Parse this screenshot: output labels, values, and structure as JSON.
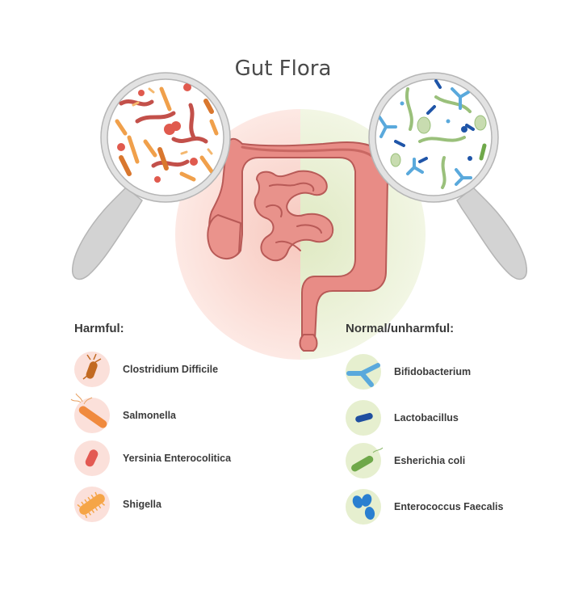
{
  "title": "Gut Flora",
  "harmful": {
    "heading": "Harmful:",
    "items": [
      {
        "label": "Clostridium Difficile",
        "icon": "clostridium-difficile-icon"
      },
      {
        "label": "Salmonella",
        "icon": "salmonella-icon"
      },
      {
        "label": "Yersinia Enterocolitica",
        "icon": "yersinia-icon"
      },
      {
        "label": "Shigella",
        "icon": "shigella-icon"
      }
    ]
  },
  "normal": {
    "heading": "Normal/unharmful:",
    "items": [
      {
        "label": "Bifidobacterium",
        "icon": "bifidobacterium-icon"
      },
      {
        "label": "Lactobacillus",
        "icon": "lactobacillus-icon"
      },
      {
        "label": "Esherichia coli",
        "icon": "escherichia-coli-icon"
      },
      {
        "label": "Enterococcus Faecalis",
        "icon": "enterococcus-faecalis-icon"
      }
    ]
  },
  "colors": {
    "harmful_bg": "#f9dcd5",
    "normal_bg": "#e6efcf",
    "intestine": "#e07f7a",
    "intestine_dark": "#b85a57",
    "magnifier_rim": "#d9d9d9",
    "magnifier_handle": "#c9c9c9"
  }
}
